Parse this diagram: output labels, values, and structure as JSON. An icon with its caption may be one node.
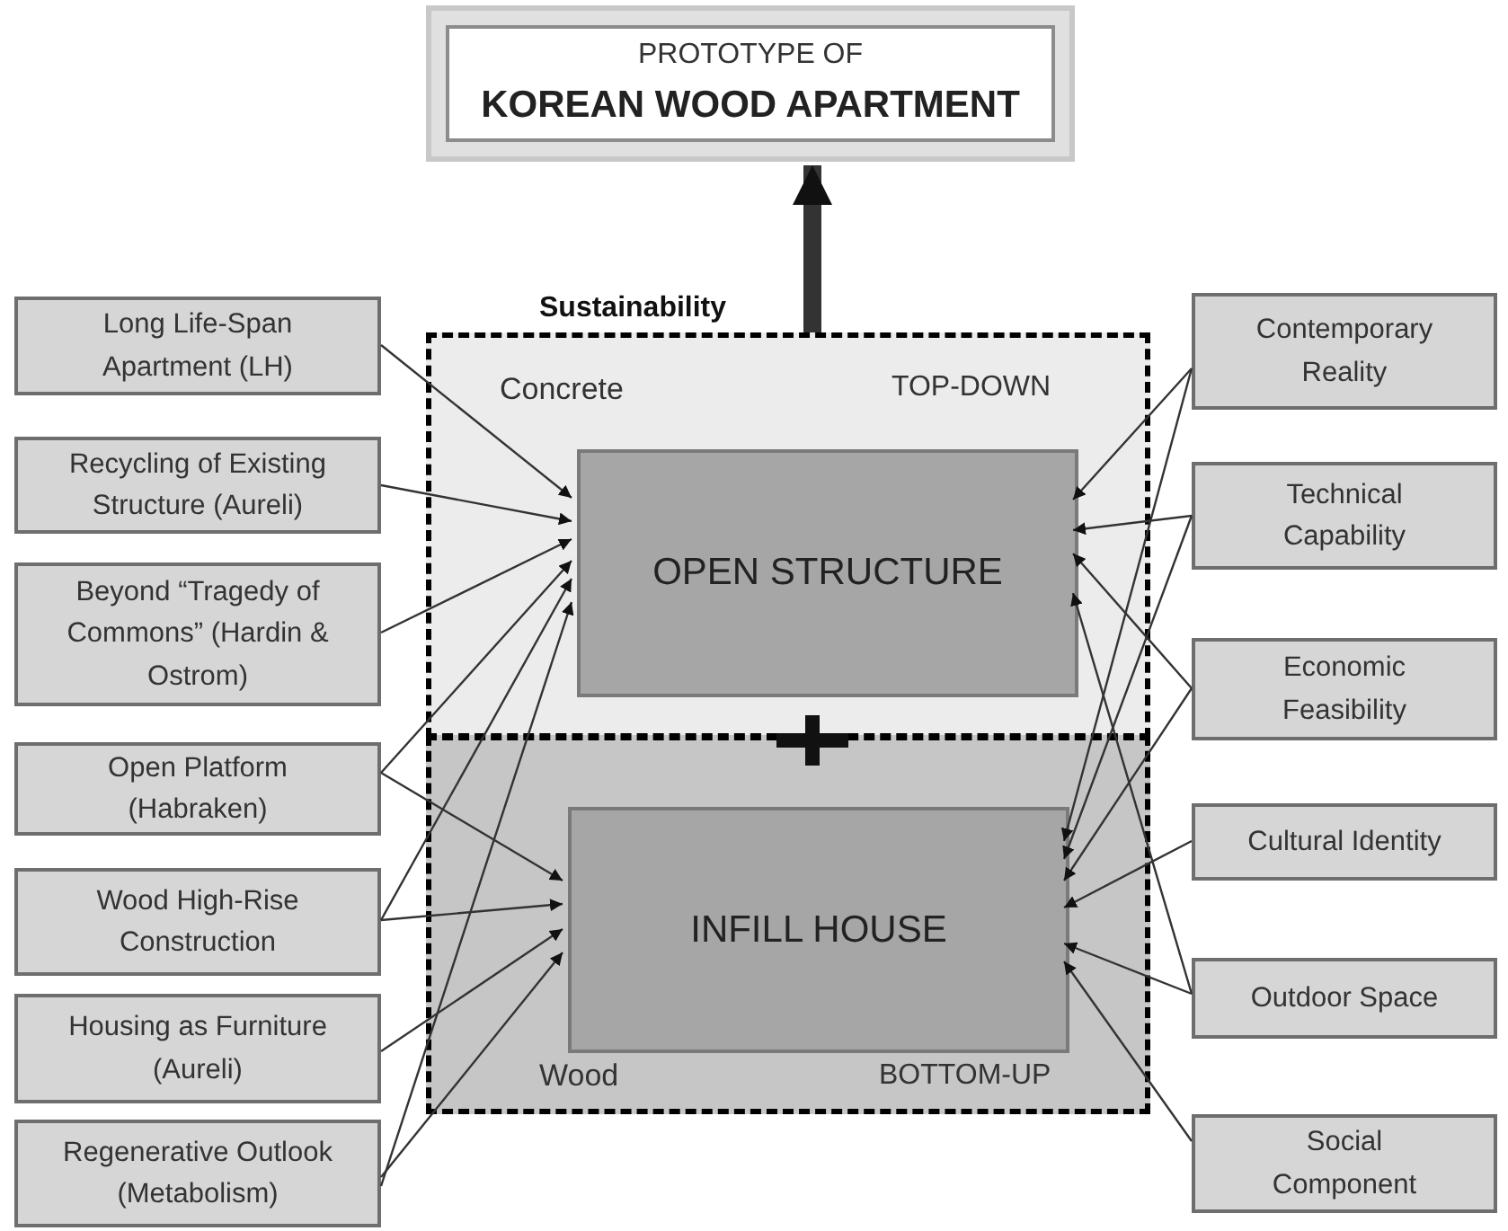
{
  "diagram": {
    "nodes": [
      {
        "text": [
          "PROTOTYPE OF",
          "KOREAN WOOD APARTMENT"
        ]
      },
      {
        "text": [
          "Concrete",
          "TOP-DOWN"
        ]
      },
      {
        "text": [
          "OPEN STRUCTURE"
        ],
        "in": 1
      },
      {
        "text": [
          "Wood",
          "BOTTOM-UP"
        ]
      },
      {
        "text": [
          "INFILL HOUSE"
        ],
        "in": 3
      },
      {
        "text": [
          "Long Life-Span Apartment (LH)"
        ]
      },
      {
        "text": [
          "Recycling of Existing Structure (Aureli)"
        ]
      },
      {
        "text": [
          "Beyond “Tragedy of Commons” (Hardin & Ostrom)"
        ]
      },
      {
        "text": [
          "Open Platform (Habraken)"
        ]
      },
      {
        "text": [
          "Wood High-Rise Construction"
        ]
      },
      {
        "text": [
          "Housing as Furniture (Aureli)"
        ]
      },
      {
        "text": [
          "Regenerative Outlook (Metabolism)"
        ]
      },
      {
        "text": [
          "Contemporary Reality"
        ]
      },
      {
        "text": [
          "Technical Capability"
        ]
      },
      {
        "text": [
          "Economic Feasibility"
        ]
      },
      {
        "text": [
          "Cultural Identity"
        ]
      },
      {
        "text": [
          "Outdoor Space"
        ]
      },
      {
        "text": [
          "Social Component"
        ]
      }
    ],
    "edges": [
      {
        "from": 1,
        "to": 0,
        "arrow": "to",
        "label": "Sustainability",
        "style": "thick"
      },
      {
        "from": 5,
        "to": 2,
        "arrow": "to"
      },
      {
        "from": 6,
        "to": 2,
        "arrow": "to"
      },
      {
        "from": 7,
        "to": 2,
        "arrow": "to"
      },
      {
        "from": 8,
        "to": 2,
        "arrow": "to"
      },
      {
        "from": 9,
        "to": 2,
        "arrow": "to"
      },
      {
        "from": 11,
        "to": 2,
        "arrow": "to"
      },
      {
        "from": 8,
        "to": 4,
        "arrow": "to"
      },
      {
        "from": 9,
        "to": 4,
        "arrow": "to"
      },
      {
        "from": 10,
        "to": 4,
        "arrow": "to"
      },
      {
        "from": 11,
        "to": 4,
        "arrow": "to"
      },
      {
        "from": 12,
        "to": 2,
        "arrow": "to"
      },
      {
        "from": 13,
        "to": 2,
        "arrow": "to"
      },
      {
        "from": 14,
        "to": 2,
        "arrow": "to"
      },
      {
        "from": 16,
        "to": 2,
        "arrow": "to"
      },
      {
        "from": 12,
        "to": 4,
        "arrow": "to"
      },
      {
        "from": 13,
        "to": 4,
        "arrow": "to"
      },
      {
        "from": 14,
        "to": 4,
        "arrow": "to"
      },
      {
        "from": 15,
        "to": 4,
        "arrow": "to"
      },
      {
        "from": 16,
        "to": 4,
        "arrow": "to"
      },
      {
        "from": 17,
        "to": 4,
        "arrow": "to"
      }
    ]
  }
}
